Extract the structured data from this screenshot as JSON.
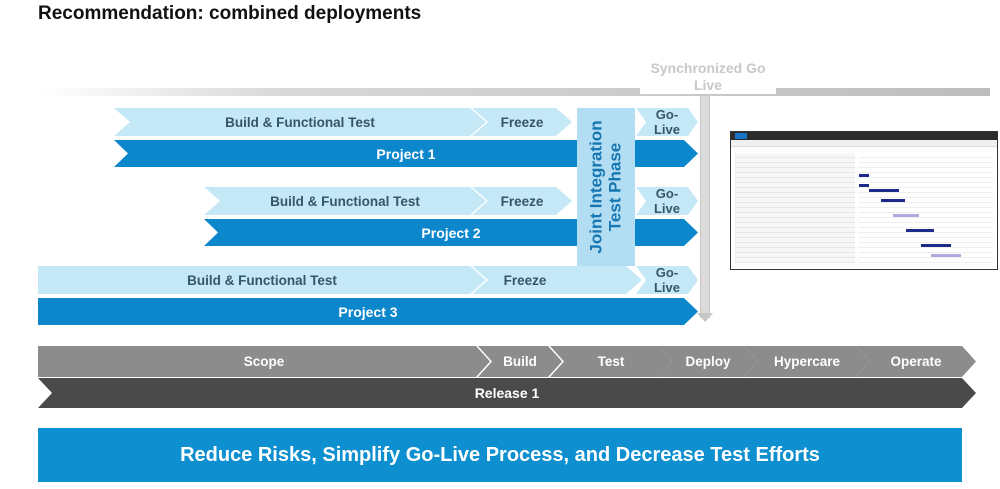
{
  "title": "Recommendation: combined deployments",
  "sync_label": "Synchronized Go Live",
  "joint_phase": {
    "line1": "Joint Integration",
    "line2": "Test Phase"
  },
  "projects": [
    {
      "build": "Build & Functional Test",
      "freeze": "Freeze",
      "golive": "Go-Live",
      "name": "Project 1"
    },
    {
      "build": "Build & Functional Test",
      "freeze": "Freeze",
      "golive": "Go-Live",
      "name": "Project 2"
    },
    {
      "build": "Build & Functional Test",
      "freeze": "Freeze",
      "golive": "Go-Live",
      "name": "Project 3"
    }
  ],
  "phases": [
    "Scope",
    "Build",
    "Test",
    "Deploy",
    "Hypercare",
    "Operate"
  ],
  "release_label": "Release 1",
  "banner": "Reduce Risks, Simplify Go-Live Process, and Decrease Test Efforts",
  "colors": {
    "light_blue": "#c5e8f7",
    "blue": "#0d87cc",
    "gray": "#8c8c8c",
    "dark_gray": "#4a4a4a",
    "banner_blue": "#0d8fd0"
  }
}
